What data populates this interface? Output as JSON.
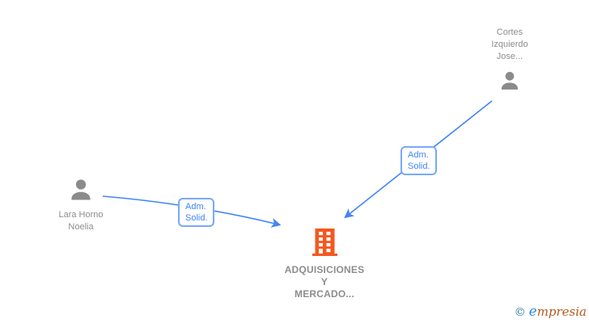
{
  "graph": {
    "nodes": {
      "person_top": {
        "type": "person",
        "label_lines": [
          "Cortes",
          "Izquierdo",
          "Jose..."
        ]
      },
      "person_left": {
        "type": "person",
        "label_lines": [
          "Lara Horno",
          "Noelia"
        ]
      },
      "company": {
        "type": "company",
        "label_lines": [
          "ADQUISICIONES",
          "Y",
          "MERCADO..."
        ]
      }
    },
    "edges": [
      {
        "from": "person_left",
        "to": "company",
        "label_lines": [
          "Adm.",
          "Solid."
        ]
      },
      {
        "from": "person_top",
        "to": "company",
        "label_lines": [
          "Adm.",
          "Solid."
        ]
      }
    ]
  },
  "colors": {
    "edge_blue": "#4285F4",
    "edge_label_border": "#7AA9F7",
    "edge_label_text": "#4285F4",
    "person_icon_gray": "#8B8B8B",
    "node_text_gray": "#8D8D8D",
    "company_icon_orange": "#F4581F",
    "watermark_copyright_teal": "#2B7F90",
    "watermark_e_blue": "#2A8BDF",
    "watermark_rest_orange": "#B2591B"
  },
  "watermark": {
    "copyright_symbol": "©",
    "brand_e": "e",
    "brand_rest": "mpresia"
  }
}
